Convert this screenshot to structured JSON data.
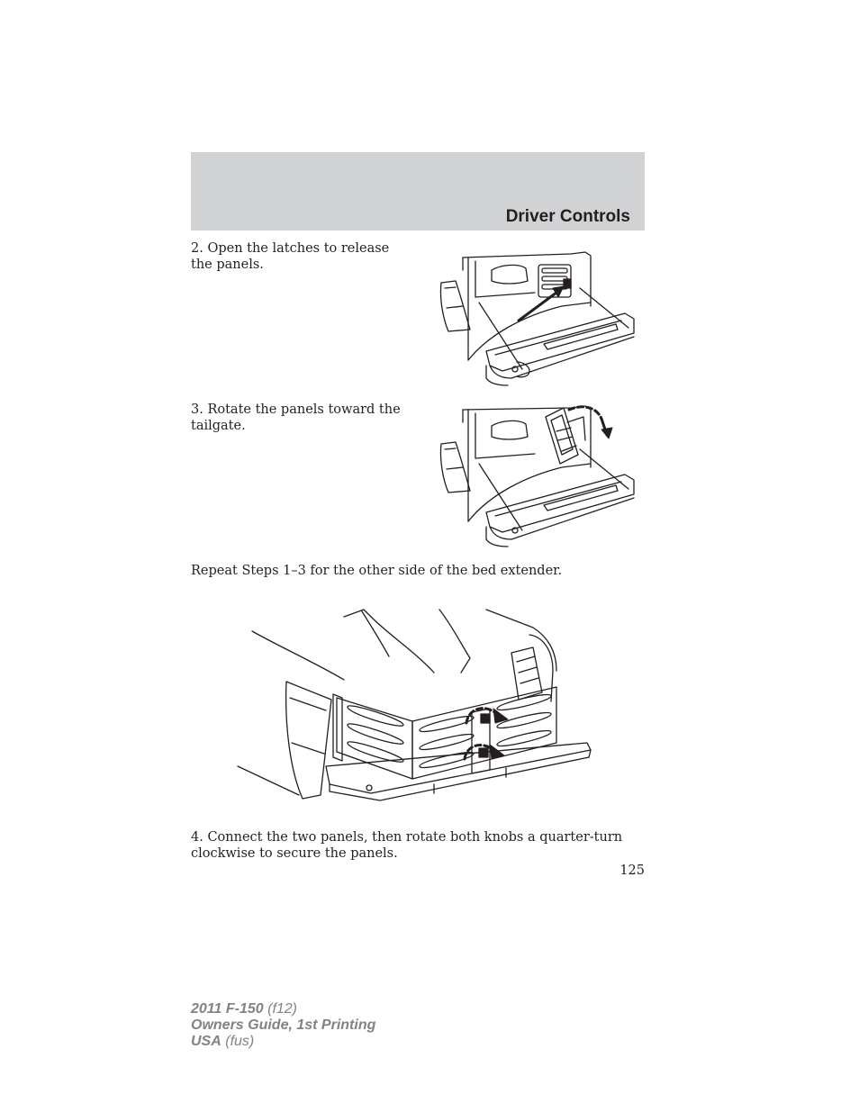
{
  "header": {
    "section_title": "Driver Controls"
  },
  "steps": {
    "step2": "2. Open the latches to release the panels.",
    "step3": "3. Rotate the panels toward the tailgate.",
    "repeat": "Repeat Steps 1–3 for the other side of the bed extender.",
    "step4": "4. Connect the two panels, then rotate both knobs a quarter-turn clockwise to secure the panels."
  },
  "page_number": "125",
  "footer": {
    "line1_model": "2011 F-150",
    "line1_code": "(f12)",
    "line2": "Owners Guide, 1st Printing",
    "line3_market": "USA",
    "line3_code": "(fus)"
  },
  "illustrations": [
    {
      "icon": "bed-extender-latch-open-illustration"
    },
    {
      "icon": "bed-extender-rotate-panels-illustration"
    },
    {
      "icon": "bed-extender-connected-panels-illustration"
    }
  ]
}
